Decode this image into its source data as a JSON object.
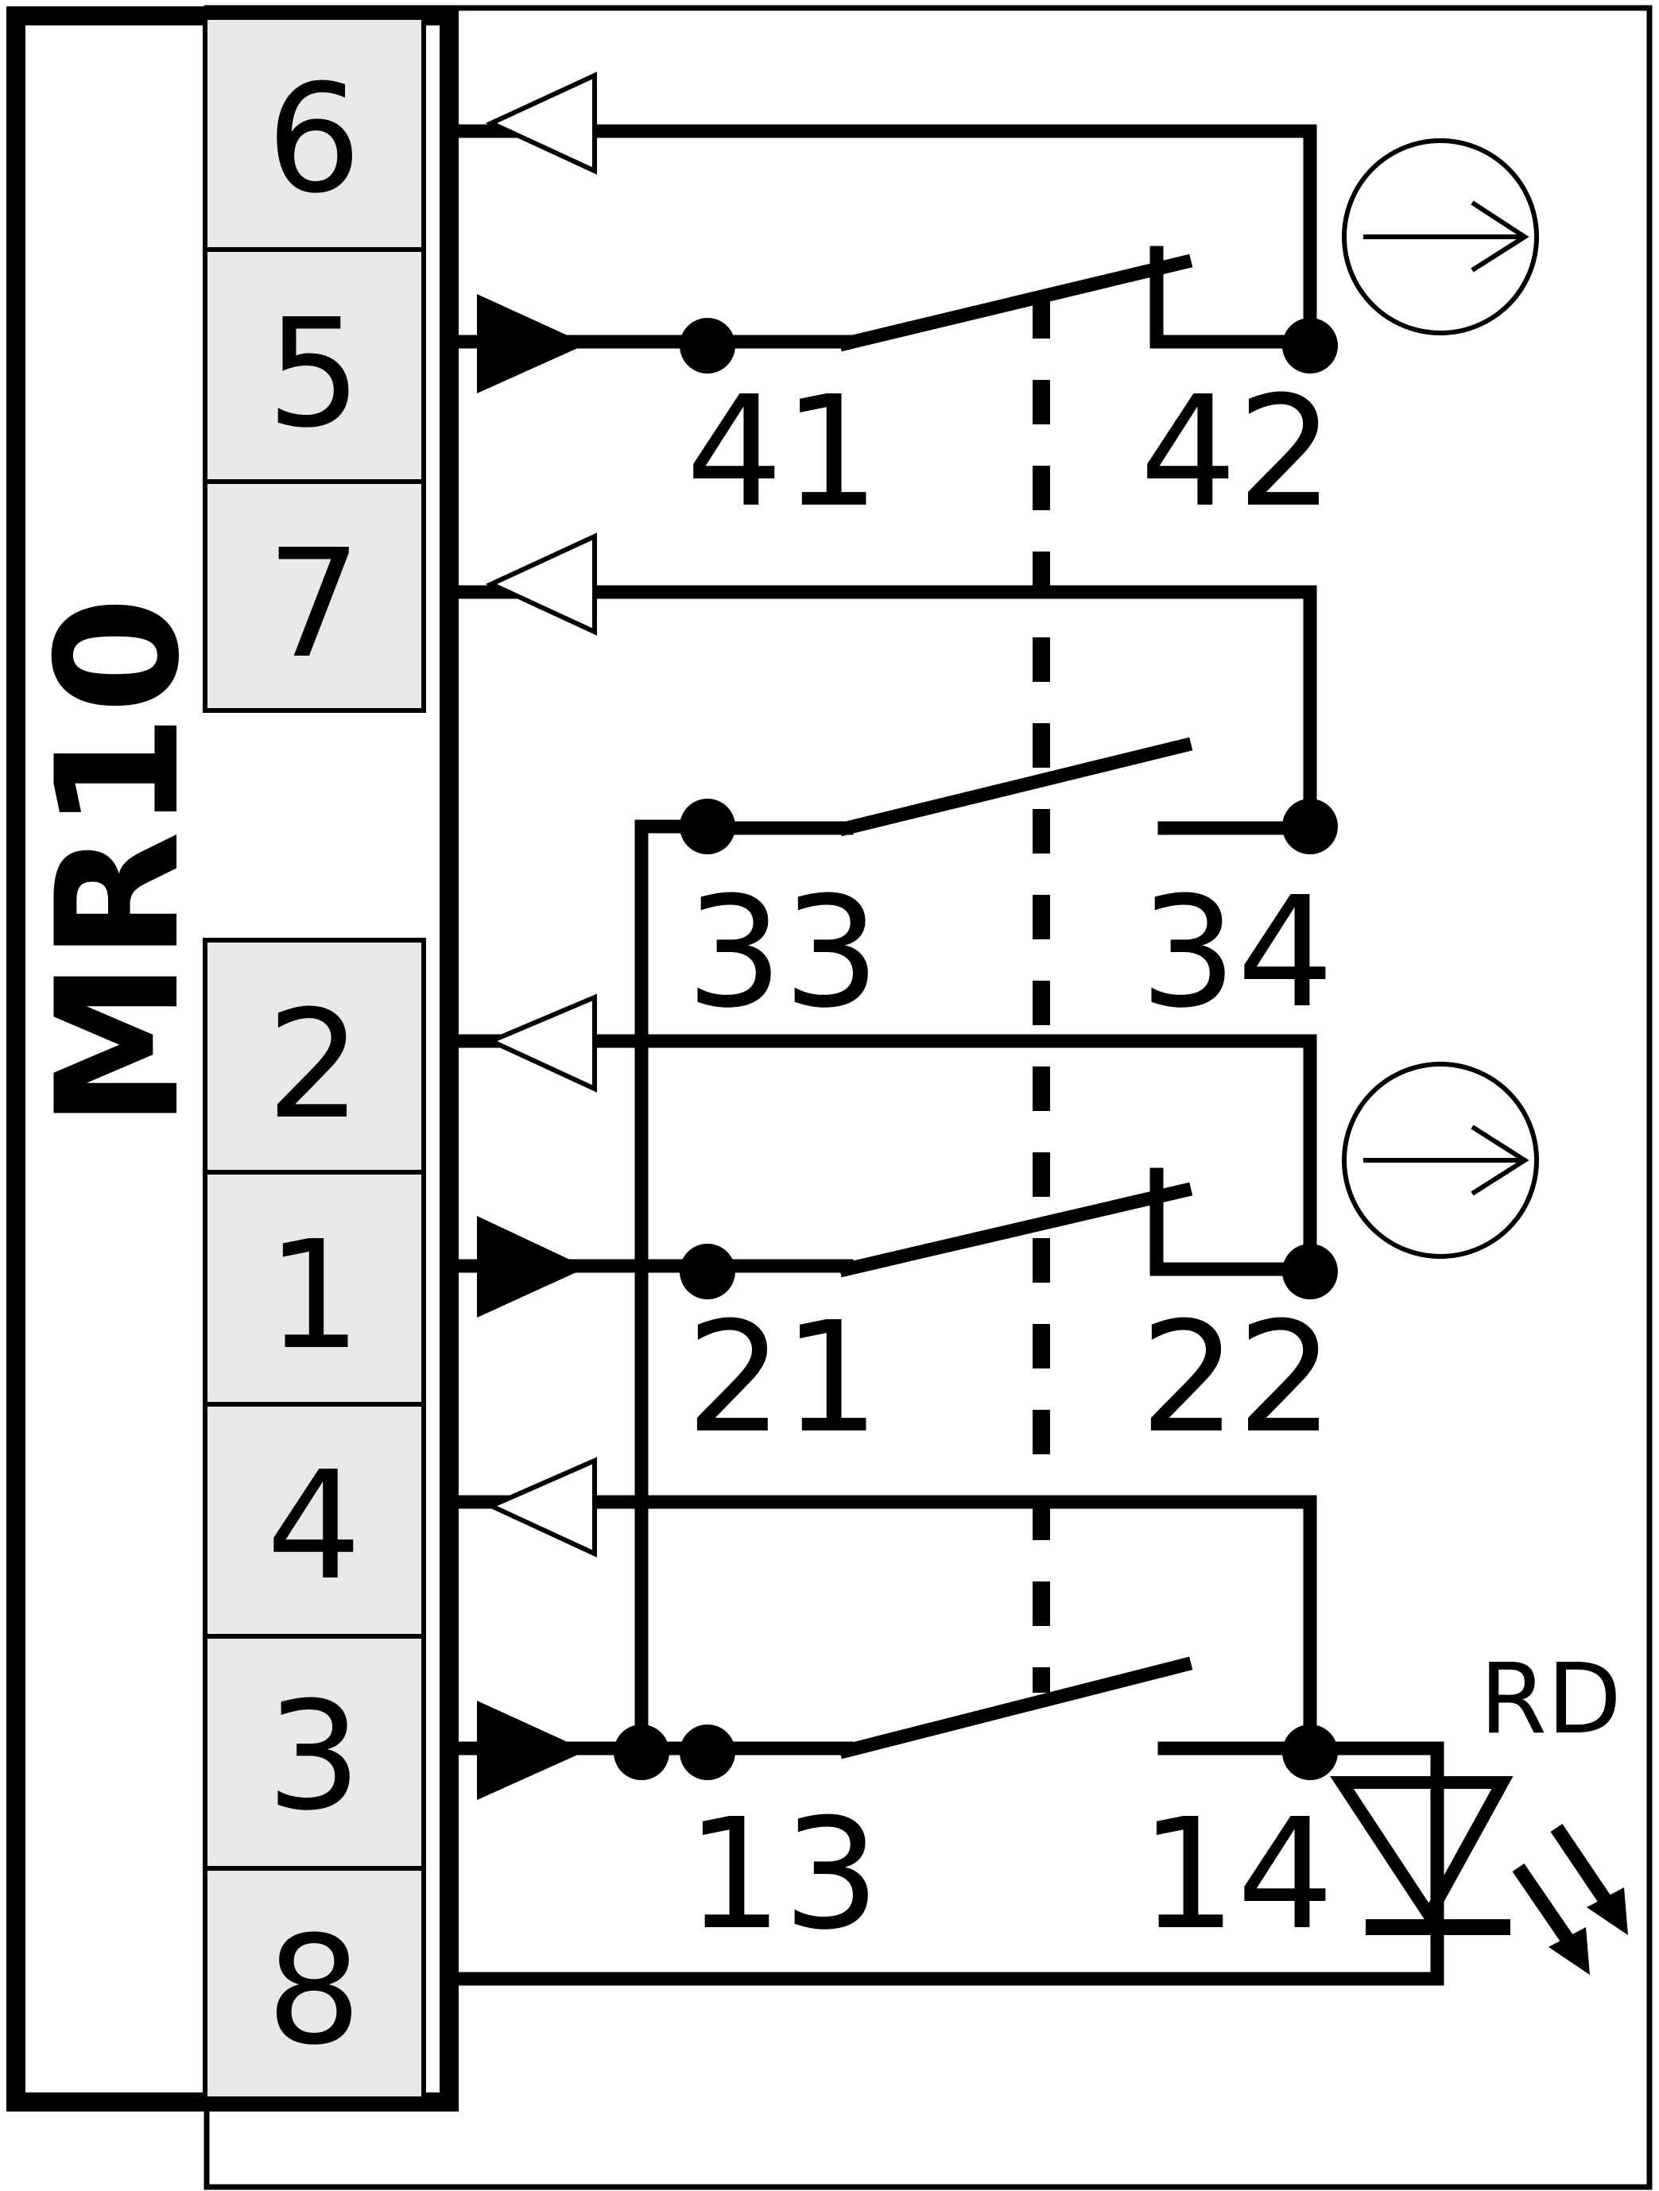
{
  "module": {
    "name": "MR10"
  },
  "terminals": {
    "t6": "6",
    "t5": "5",
    "t7": "7",
    "t2": "2",
    "t1": "1",
    "t4": "4",
    "t3": "3",
    "t8": "8"
  },
  "contacts": {
    "c41": "41",
    "c42": "42",
    "c33": "33",
    "c34": "34",
    "c21": "21",
    "c22": "22",
    "c13": "13",
    "c14": "14"
  },
  "led": {
    "color_code": "RD"
  },
  "colors": {
    "terminal_fill": "#e8e8e8",
    "line": "#000000",
    "background": "#ffffff"
  },
  "icons": [
    "input-arrow-icon",
    "output-arrow-icon",
    "positive-opening-icon",
    "led-icon"
  ]
}
